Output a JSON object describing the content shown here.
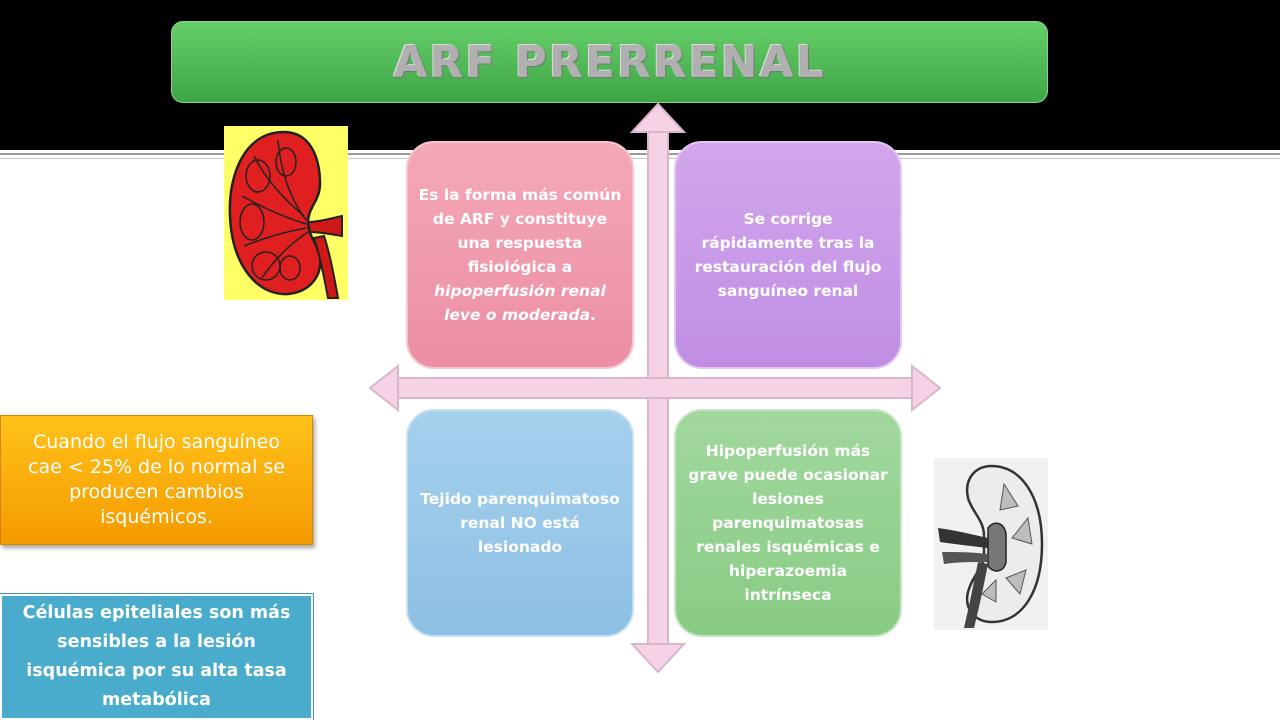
{
  "title": "ARF PRERRENAL",
  "quadrants": {
    "top_left": {
      "text_plain": "Es la forma más común de ARF y constituye una respuesta fisiológica a",
      "text_italic": "hipoperfusión renal leve o moderada",
      "text_end": "."
    },
    "top_right": "Se corrige rápidamente tras la restauración del flujo sanguíneo renal",
    "bottom_left": "Tejido parenquimatoso renal NO está lesionado",
    "bottom_right": "Hipoperfusión más grave puede ocasionar lesiones parenquimatosas renales isquémicas e hiperazoemia intrínseca"
  },
  "notes": {
    "orange": "Cuando el flujo sanguíneo cae < 25% de lo normal se producen cambios isquémicos.",
    "blue": "Células epiteliales son más sensibles a la lesión isquémica por su alta tasa metabólica"
  },
  "colors": {
    "title_bar": "#4cb852",
    "q_top_left": "#ec8ea4",
    "q_top_right": "#bf8ee4",
    "q_bottom_left": "#8dc0e4",
    "q_bottom_right": "#88cb84",
    "note_orange": "#f7a500",
    "note_blue": "#4aaccc",
    "kidney_bg": "#ffff66"
  },
  "icons": [
    "kidney-illustration-red",
    "kidney-cross-section-icon",
    "four-way-arrow"
  ]
}
